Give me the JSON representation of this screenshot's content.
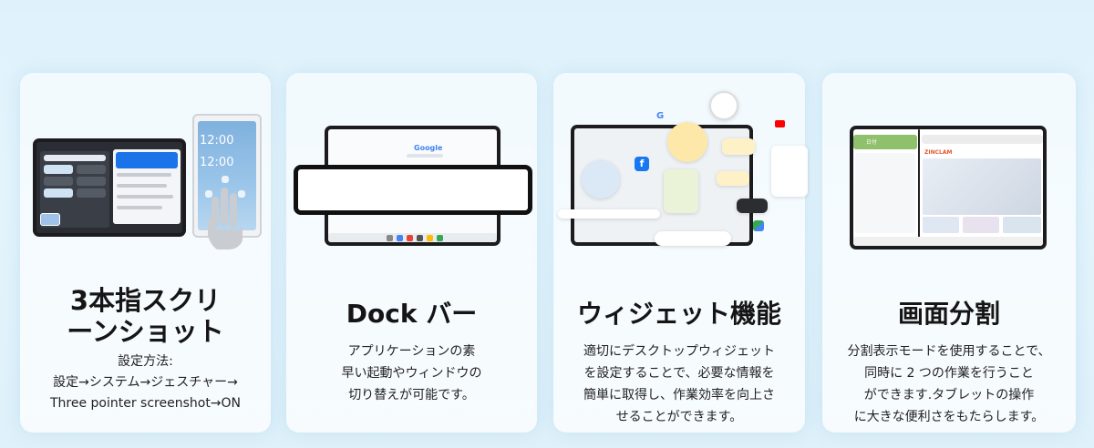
{
  "cards": [
    {
      "title_lines": [
        "3本指スクリ",
        "ーンショット"
      ],
      "desc_lines": [
        "設定方法:",
        "設定→システム→ジェスチャー→",
        "Three pointer screenshot→ON"
      ],
      "mock": {
        "clock1": "12:00",
        "clock2": "12:00"
      }
    },
    {
      "title": "Dock バー",
      "desc_lines": [
        "アプリケーションの素",
        "早い起動やウィンドウの",
        "切り替えが可能です。"
      ],
      "mock": {
        "search_logo": "Google"
      }
    },
    {
      "title": "ウィジェット機能",
      "desc_lines": [
        "適切にデスクトップウィジェット",
        "を設定することで、必要な情報を",
        "簡単に取得し、作業効率を向上さ",
        "せることができます。"
      ],
      "mock": {
        "g_logo": "G",
        "fb_logo": "f"
      }
    },
    {
      "title": "画面分割",
      "desc_lines": [
        "分割表示モードを使用することで、",
        "同時に 2 つの作業を行うこと",
        "ができます.タブレットの操作",
        "に大きな便利さをもたらします。"
      ],
      "mock": {
        "left_app": "日付",
        "brand": "ZINCLAM"
      }
    }
  ],
  "colors": {
    "background": "#dff2fb",
    "card": "#f4fafe",
    "text": "#151515",
    "tablet_frame": "#1c1c1e"
  }
}
